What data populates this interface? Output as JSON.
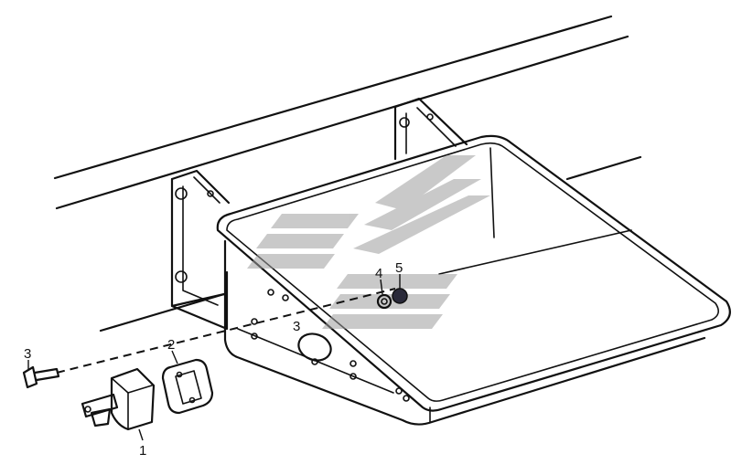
{
  "diagram": {
    "callouts": [
      {
        "id": "part-1",
        "label": "1"
      },
      {
        "id": "part-2",
        "label": "2"
      },
      {
        "id": "part-3",
        "label": "3"
      },
      {
        "id": "part-3b",
        "label": "3"
      },
      {
        "id": "part-4",
        "label": "4"
      },
      {
        "id": "part-5",
        "label": "5"
      }
    ],
    "colors": {
      "line": "#111111",
      "watermark": "#9e9e9e",
      "background": "#ffffff"
    }
  }
}
